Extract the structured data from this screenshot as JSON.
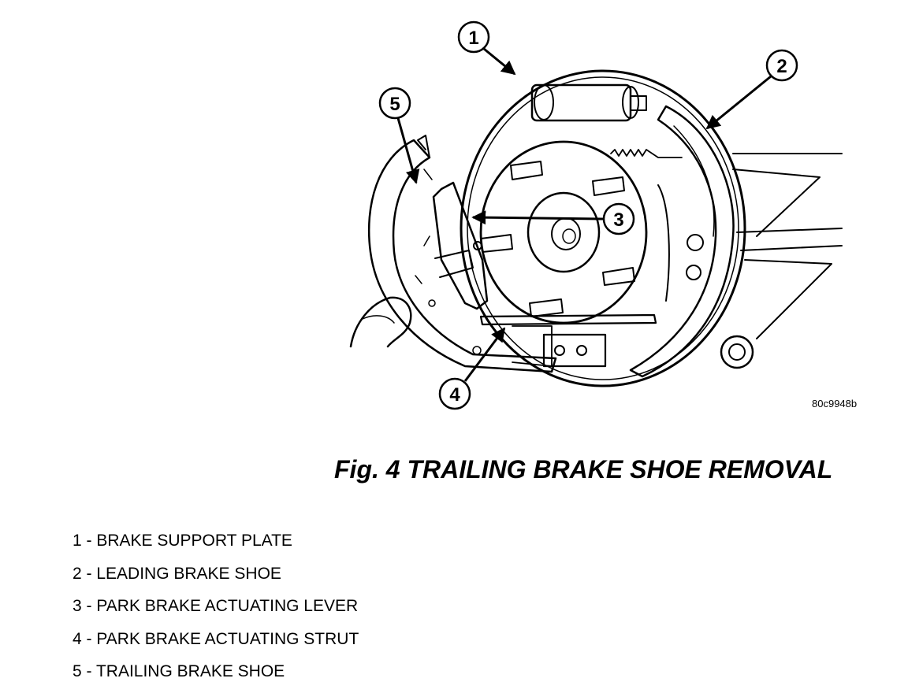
{
  "figure": {
    "id": "80c9948b",
    "caption": "Fig. 4 TRAILING BRAKE SHOE REMOVAL"
  },
  "callouts": [
    {
      "number": "1"
    },
    {
      "number": "2"
    },
    {
      "number": "3"
    },
    {
      "number": "4"
    },
    {
      "number": "5"
    }
  ],
  "legend": [
    {
      "text": "1 - BRAKE SUPPORT PLATE"
    },
    {
      "text": "2 - LEADING BRAKE SHOE"
    },
    {
      "text": "3 - PARK BRAKE ACTUATING LEVER"
    },
    {
      "text": "4 - PARK BRAKE ACTUATING STRUT"
    },
    {
      "text": "5 - TRAILING BRAKE SHOE"
    }
  ]
}
